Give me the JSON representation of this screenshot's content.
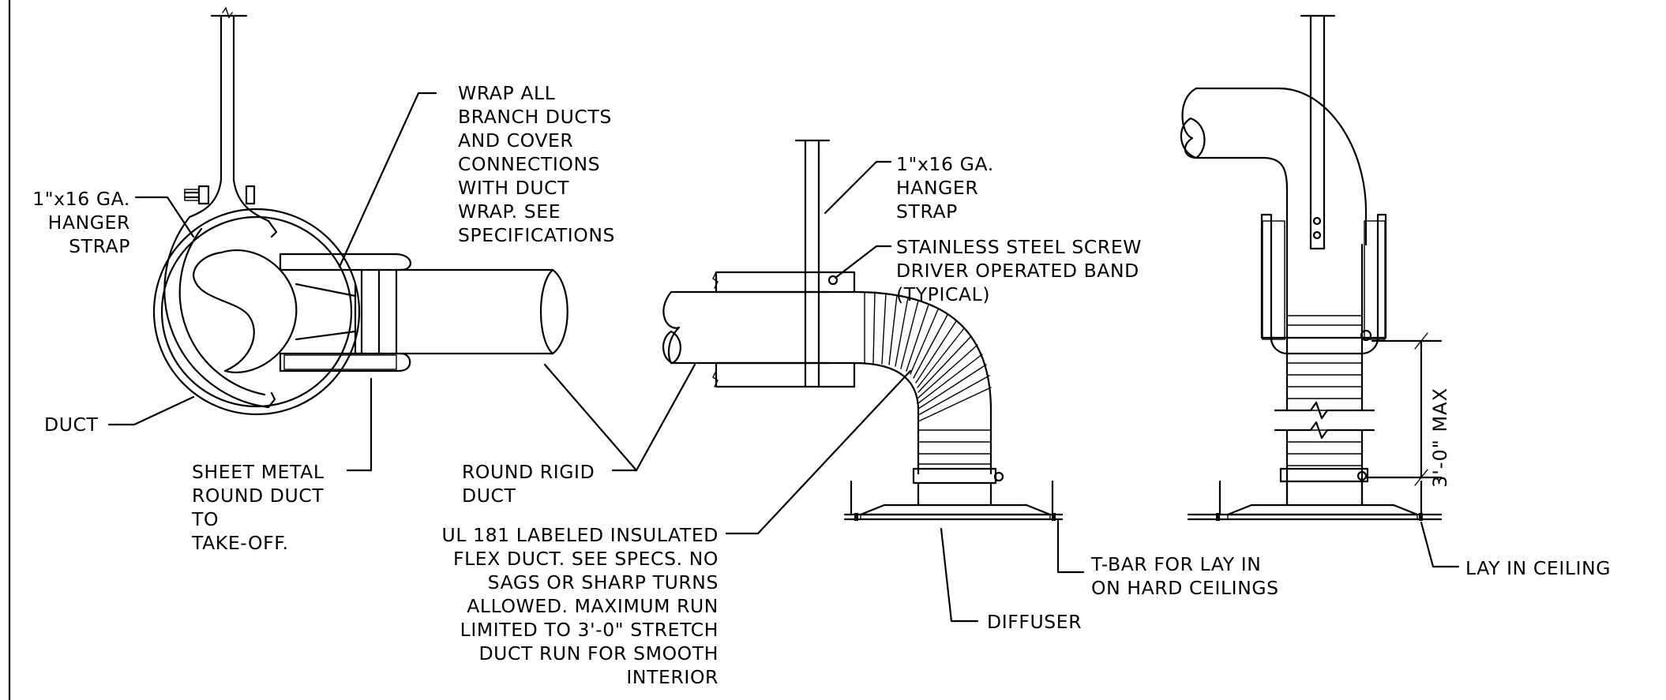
{
  "labels": {
    "hanger_strap_left": "1\"x16 GA.\nHANGER\nSTRAP",
    "duct": "DUCT",
    "wrap_note": "WRAP ALL\nBRANCH DUCTS\nAND COVER\nCONNECTIONS\nWITH DUCT\nWRAP. SEE\nSPECIFICATIONS",
    "sheet_metal": "SHEET METAL\nROUND DUCT\nTO\nTAKE-OFF.",
    "round_rigid": "ROUND RIGID\nDUCT",
    "hanger_strap_mid": "1\"x16 GA.\nHANGER\nSTRAP",
    "band": "STAINLESS STEEL SCREW\nDRIVER OPERATED BAND\n(TYPICAL)",
    "flex_duct": "UL 181 LABELED INSULATED\nFLEX DUCT. SEE SPECS. NO\nSAGS OR SHARP TURNS\nALLOWED. MAXIMUM RUN\nLIMITED TO 3'-0\" STRETCH\nDUCT RUN FOR SMOOTH\nINTERIOR",
    "tbar": "T-BAR FOR LAY IN\nON HARD CEILINGS",
    "diffuser": "DIFFUSER",
    "lay_in": "LAY IN CEILING",
    "dimension": "3'-0\" MAX"
  }
}
